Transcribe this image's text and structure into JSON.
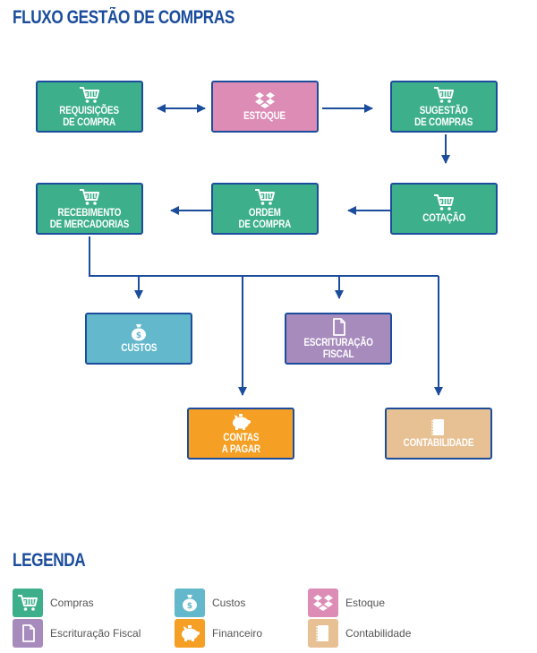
{
  "title": "FLUXO GESTÃO DE COMPRAS",
  "legend_title": "LEGENDA",
  "colors": {
    "compras": "#3daf8a",
    "estoque": "#dc8cb5",
    "custos": "#63b8cc",
    "escrituracao": "#a78bbd",
    "financeiro": "#f5a025",
    "contabilidade": "#e7c094",
    "border": "#1b4d9c"
  },
  "nodes": {
    "requisicoes": {
      "label": "REQUISIÇÕES\nDE COMPRA",
      "icon": "cart-icon"
    },
    "estoque": {
      "label": "ESTOQUE",
      "icon": "dropbox-icon"
    },
    "sugestao": {
      "label": "SUGESTÃO\nDE COMPRAS",
      "icon": "cart-icon"
    },
    "recebimento": {
      "label": "RECEBIMENTO\nDE MERCADORIAS",
      "icon": "cart-icon"
    },
    "ordem": {
      "label": "ORDEM\nDE COMPRA",
      "icon": "cart-icon"
    },
    "cotacao": {
      "label": "COTAÇÃO",
      "icon": "cart-icon"
    },
    "custos": {
      "label": "CUSTOS",
      "icon": "money-bag-icon"
    },
    "escrituracao": {
      "label": "ESCRITURAÇÃO\nFISCAL",
      "icon": "document-icon"
    },
    "contas": {
      "label": "CONTAS\nA PAGAR",
      "icon": "piggy-bank-icon"
    },
    "contabilidade": {
      "label": "CONTABILIDADE",
      "icon": "notebook-icon"
    }
  },
  "legend": [
    {
      "label": "Compras",
      "color": "#3daf8a",
      "icon": "cart-icon"
    },
    {
      "label": "Custos",
      "color": "#63b8cc",
      "icon": "money-bag-icon"
    },
    {
      "label": "Estoque",
      "color": "#dc8cb5",
      "icon": "dropbox-icon"
    },
    {
      "label": "Escrituração Fiscal",
      "color": "#a78bbd",
      "icon": "document-icon"
    },
    {
      "label": "Financeiro",
      "color": "#f5a025",
      "icon": "piggy-bank-icon"
    },
    {
      "label": "Contabilidade",
      "color": "#e7c094",
      "icon": "notebook-icon"
    }
  ]
}
